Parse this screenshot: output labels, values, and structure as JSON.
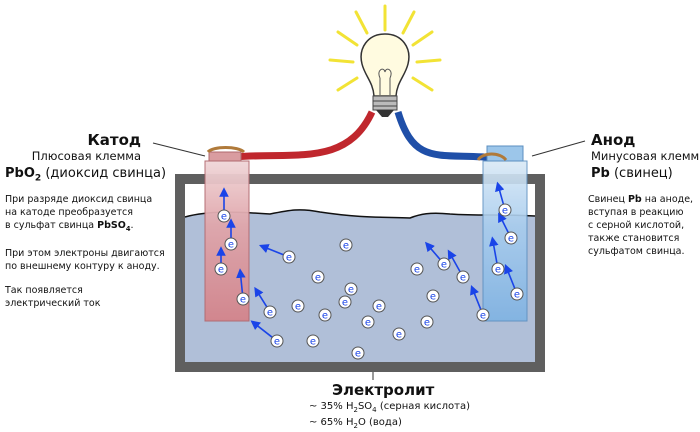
{
  "cathode": {
    "title": "Катод",
    "subtitle": "Плюсовая клемма",
    "formula": "PbO",
    "formula_sub": "2",
    "formula_name": "(диоксид свинца)",
    "p1_lines": [
      "При разряде диоксид свинца",
      "на катоде преобразуется"
    ],
    "p1_last": "в сульфат свинца ",
    "p1_bold": "PbSO",
    "p1_bold_sub": "4",
    "p1_end": ".",
    "p2_lines": [
      "При этом электроны двигаются",
      "по внешнему контуру к аноду."
    ],
    "p3_lines": [
      "Так появляется",
      "электрический ток"
    ]
  },
  "anode": {
    "title": "Анод",
    "subtitle": "Минусовая клемма",
    "formula": "Pb",
    "formula_name": "(свинец)",
    "l1_pre": "Свинец ",
    "l1_bold": "Pb",
    "l1_post": " на аноде,",
    "lines": [
      "вступая в реакцию",
      "с серной кислотой,",
      "также становится",
      "сульфатом свинца."
    ]
  },
  "electrolyte": {
    "title": "Электролит",
    "line1_pre": "~ 35% H",
    "line1_s1": "2",
    "line1_mid": "SO",
    "line1_s2": "4",
    "line1_post": " (серная кислота)",
    "line2_pre": "~ 65% H",
    "line2_s1": "2",
    "line2_post": "O (вода)"
  },
  "electron_label": "e",
  "colors": {
    "cathode": "#d98c93",
    "anode": "#8fbfe6",
    "electrolyte": "#b0bfd8",
    "case": "#5f5f5f",
    "electron": "#1a44e8",
    "wire_pos": "#c0272d",
    "wire_neg": "#1f4fa8",
    "bulb_glow": "#f5e93a"
  }
}
